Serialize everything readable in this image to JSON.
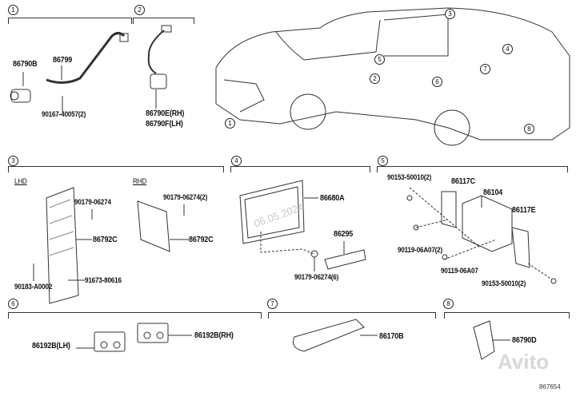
{
  "sections": [
    {
      "num": "1",
      "labels": [
        "86790B",
        "86799",
        "90167-40057(2)"
      ]
    },
    {
      "num": "2",
      "labels": [
        "86790E(RH)",
        "86790F(LH)"
      ]
    },
    {
      "num": "3",
      "labels": [
        "LHD",
        "RHD",
        "90179-06274",
        "86792C",
        "90179-06274(2)",
        "86792C",
        "90183-A0002",
        "91673-80616"
      ]
    },
    {
      "num": "4",
      "labels": [
        "86680A",
        "86295",
        "90179-06274(6)"
      ]
    },
    {
      "num": "5",
      "labels": [
        "90153-50010(2)",
        "86117C",
        "86104",
        "86117E",
        "90119-06A07(2)",
        "90119-06A07",
        "90153-50010(2)"
      ]
    },
    {
      "num": "6",
      "labels": [
        "86192B(LH)",
        "86192B(RH)"
      ]
    },
    {
      "num": "7",
      "labels": [
        "86170B"
      ]
    },
    {
      "num": "8",
      "labels": [
        "86790D"
      ]
    }
  ],
  "car_callouts": [
    "1",
    "2",
    "3",
    "4",
    "5",
    "6",
    "7",
    "8"
  ],
  "watermark": "Avito",
  "date_stamp": "06.05.2024",
  "diagram_code": "867654"
}
